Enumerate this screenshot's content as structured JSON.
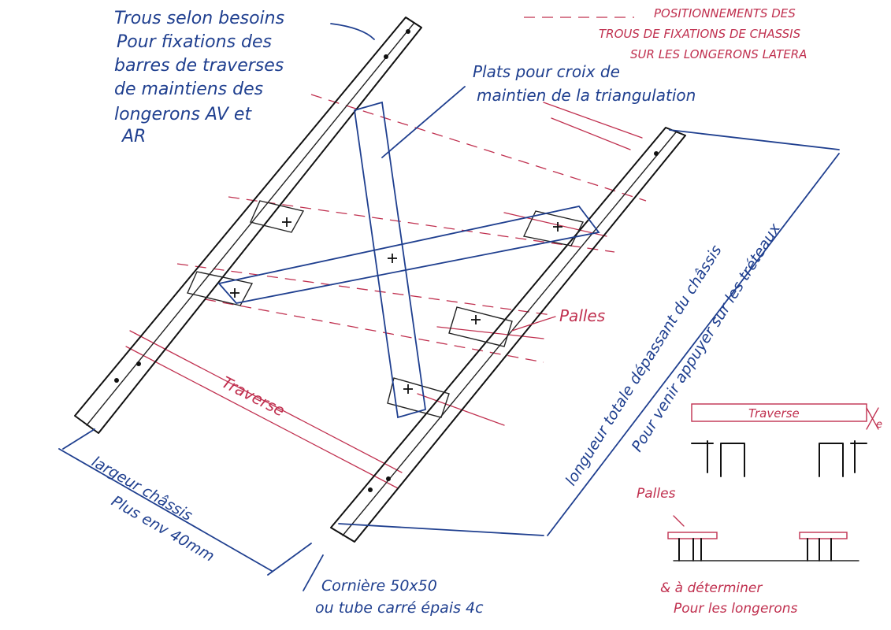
{
  "notes": {
    "holes_line1": "Trous selon besoins",
    "holes_line2": "Pour fixations des",
    "holes_line3": "barres de traverses",
    "holes_line4": "de maintiens des",
    "holes_line5": "longerons AV et",
    "holes_line6": "AR",
    "plates_line1": "Plats pour croix de",
    "plates_line2": "maintien de la triangulation",
    "legend_line1": "POSITIONNEMENTS DES",
    "legend_line2": "TROUS DE FIXATIONS DE CHASSIS",
    "legend_line3": "SUR LES LONGERONS LATERA",
    "palles_main": "Palles",
    "traverse_main": "Traverse",
    "total_length_line1": "longueur totale dépassant du châssis",
    "total_length_line2": "Pour venir appuyer sur les tréteaux",
    "width_line1": "largeur châssis",
    "width_line2": "Plus env 40mm",
    "angle_line1": "Cornière 50x50",
    "angle_line2": "ou tube carré épais 4c",
    "detail_traverse": "Traverse",
    "detail_e": "e",
    "detail_palles": "Palles",
    "detail_det_line1": "& à déterminer",
    "detail_det_line2": "Pour les longerons"
  },
  "colors": {
    "blue_ink": "#1f3f8f",
    "red_ink": "#c0304f",
    "black_ink": "#111111"
  }
}
